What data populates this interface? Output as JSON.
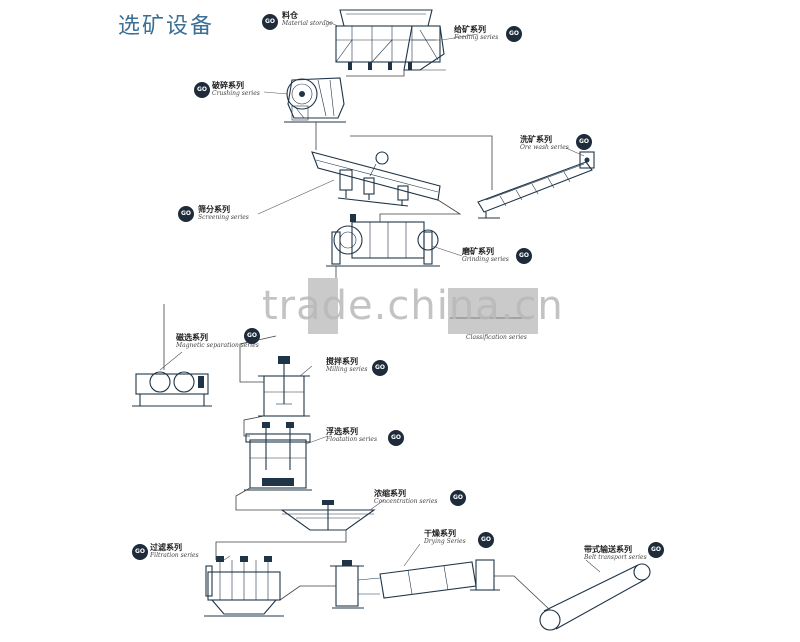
{
  "title": "选矿设备",
  "badge_text": "GO",
  "watermark": "trade.china.cn",
  "labels": {
    "storage": {
      "zh": "料仓",
      "en": "Material storage"
    },
    "feeding": {
      "zh": "给矿系列",
      "en": "Feeding series"
    },
    "crushing": {
      "zh": "破碎系列",
      "en": "Crushing series"
    },
    "ore_wash": {
      "zh": "洗矿系列",
      "en": "Ore wash series"
    },
    "screening": {
      "zh": "筛分系列",
      "en": "Screening series"
    },
    "grinding": {
      "zh": "磨矿系列",
      "en": "Grinding series"
    },
    "classification": {
      "zh": "",
      "en": "Classification series"
    },
    "magnetic": {
      "zh": "磁选系列",
      "en": "Magnetic separation series"
    },
    "milling": {
      "zh": "搅拌系列",
      "en": "Milling series"
    },
    "flotation": {
      "zh": "浮选系列",
      "en": "Floatation series"
    },
    "concentration": {
      "zh": "浓缩系列",
      "en": "Concentration series"
    },
    "filtration": {
      "zh": "过滤系列",
      "en": "Filtration series"
    },
    "drying": {
      "zh": "干燥系列",
      "en": "Drying Series"
    },
    "belt": {
      "zh": "带式输送系列",
      "en": "Belt transport series"
    }
  }
}
